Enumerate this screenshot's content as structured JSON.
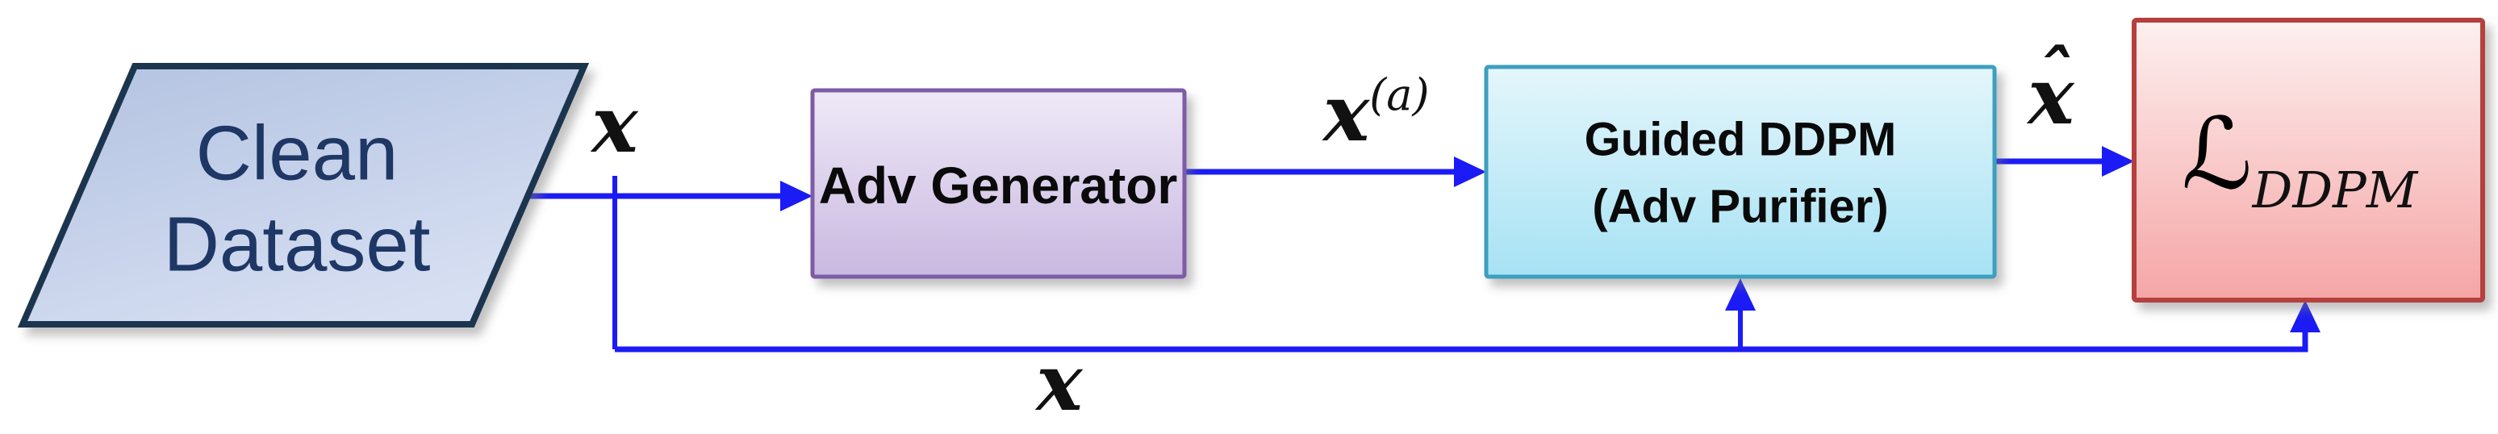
{
  "nodes": {
    "clean_dataset": {
      "line1": "Clean",
      "line2": "Dataset"
    },
    "adv_generator": {
      "label": "Adv Generator"
    },
    "guided_ddpm": {
      "line1": "Guided DDPM",
      "line2": "(Adv Purifier)"
    },
    "loss": {
      "symbol": "ℒ",
      "subscript": "DDPM"
    }
  },
  "edges": {
    "x_out": {
      "label": "x"
    },
    "x_adv": {
      "base": "x",
      "sup": "(a)"
    },
    "x_hat": {
      "base": "x",
      "hat": "ˆ"
    },
    "x_bottom": {
      "label": "x"
    }
  },
  "colors": {
    "arrow": "#1b1bf5",
    "dataset_fill_top": "#b2c2e1",
    "dataset_fill_bottom": "#d7dff2",
    "dataset_border": "#1f3650",
    "dataset_text": "#1e3765",
    "adv_fill_top": "#eee9f7",
    "adv_fill_bottom": "#c9b8e0",
    "adv_border": "#7b5ca6",
    "ddpm_fill_top": "#e4f6fb",
    "ddpm_fill_bottom": "#a7e2f4",
    "ddpm_border": "#3d9fc0",
    "loss_fill_top": "#fdf0f0",
    "loss_fill_bottom": "#f5a5a5",
    "loss_border": "#b5403e"
  }
}
